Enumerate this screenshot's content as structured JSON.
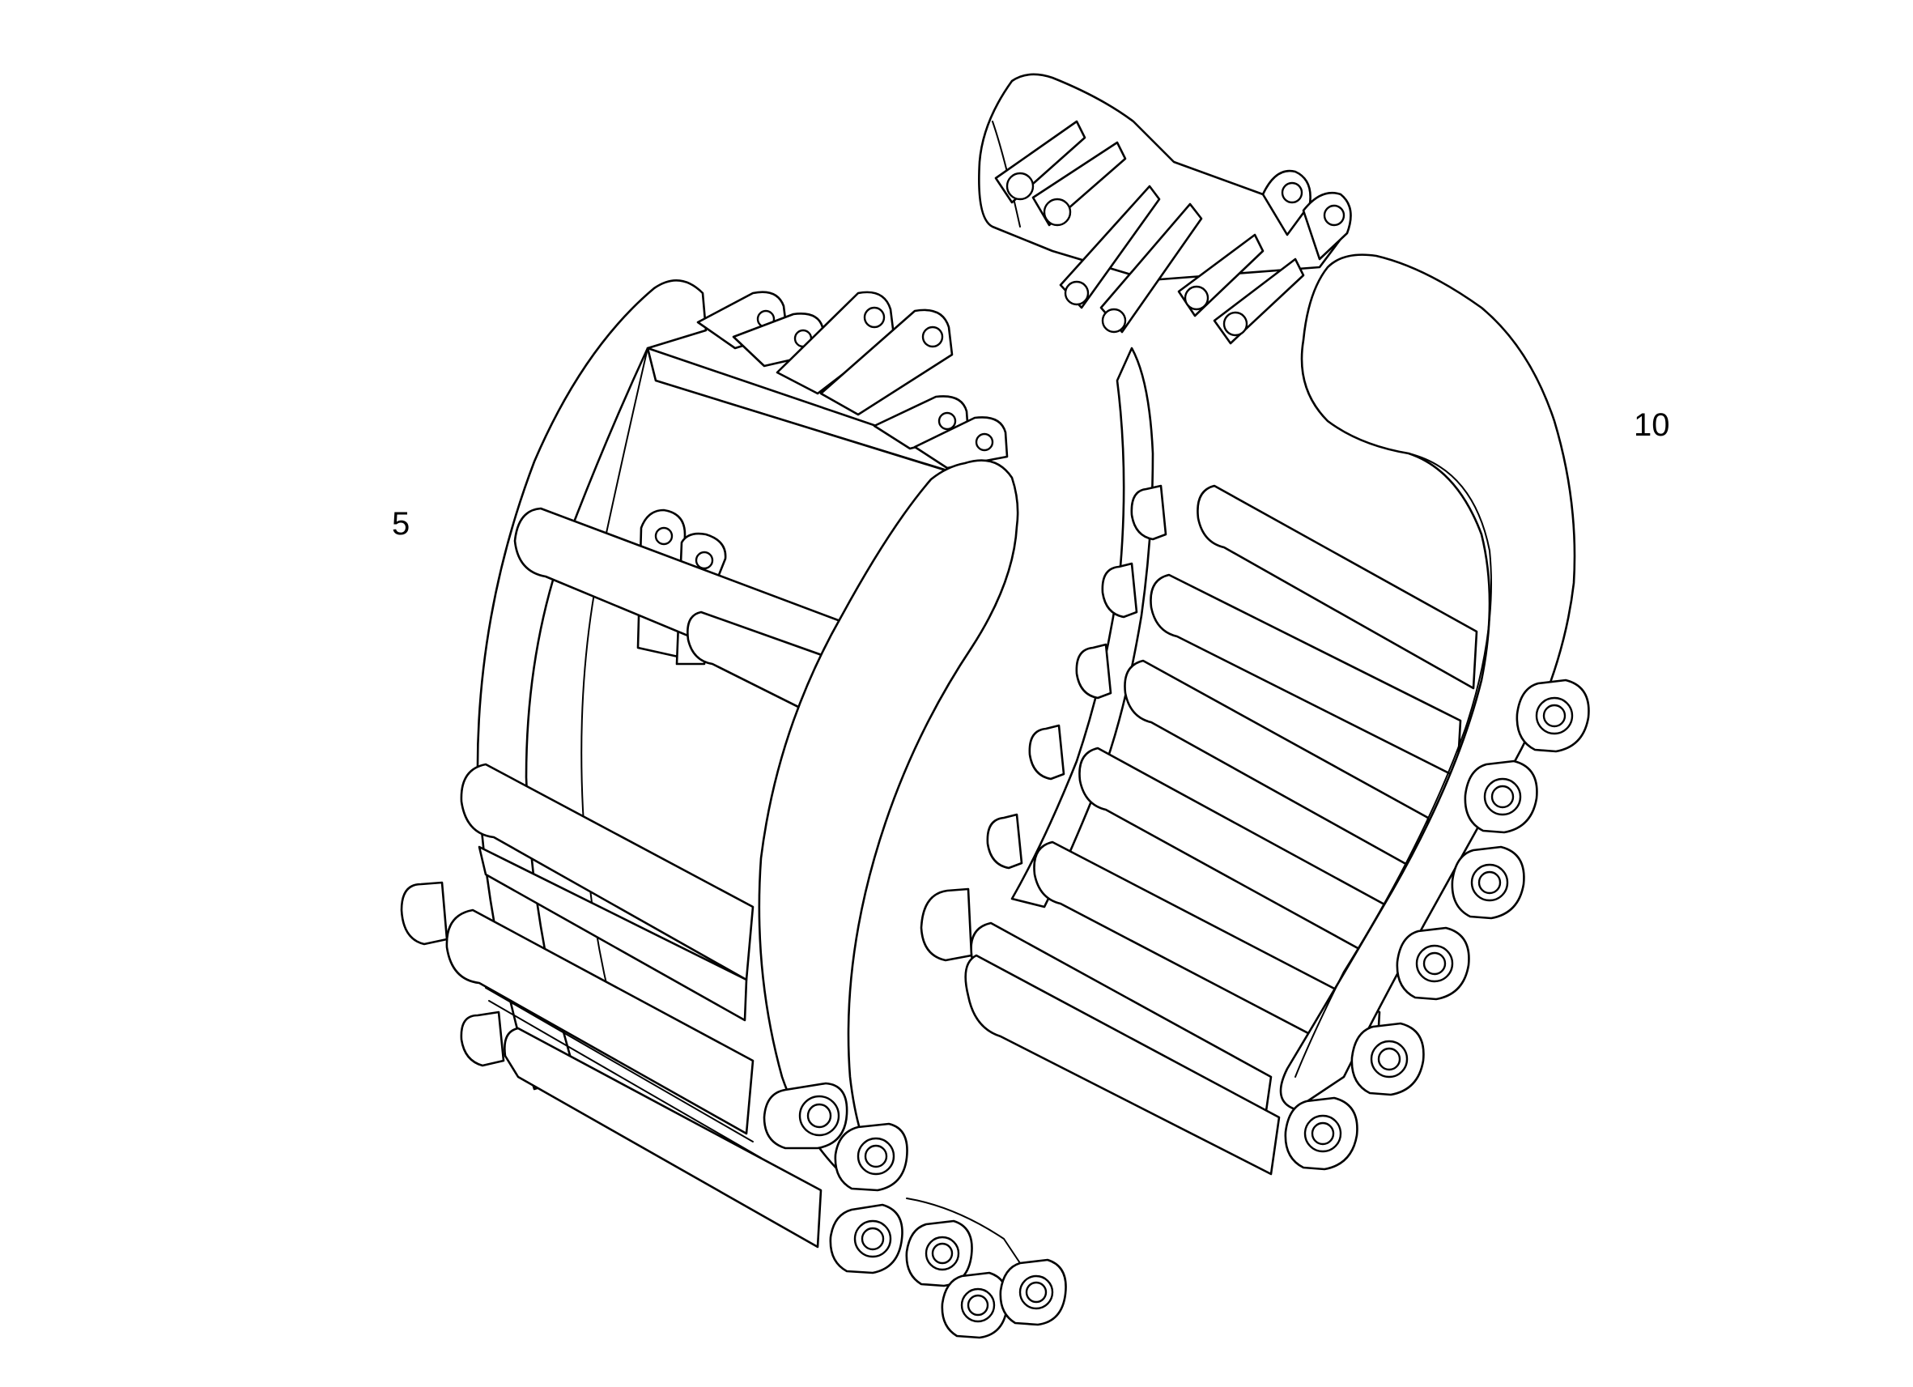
{
  "diagram": {
    "callouts": [
      {
        "id": "5",
        "label": "5"
      },
      {
        "id": "10",
        "label": "10"
      }
    ],
    "colors": {
      "line": "#000000",
      "background": "#ffffff"
    }
  }
}
